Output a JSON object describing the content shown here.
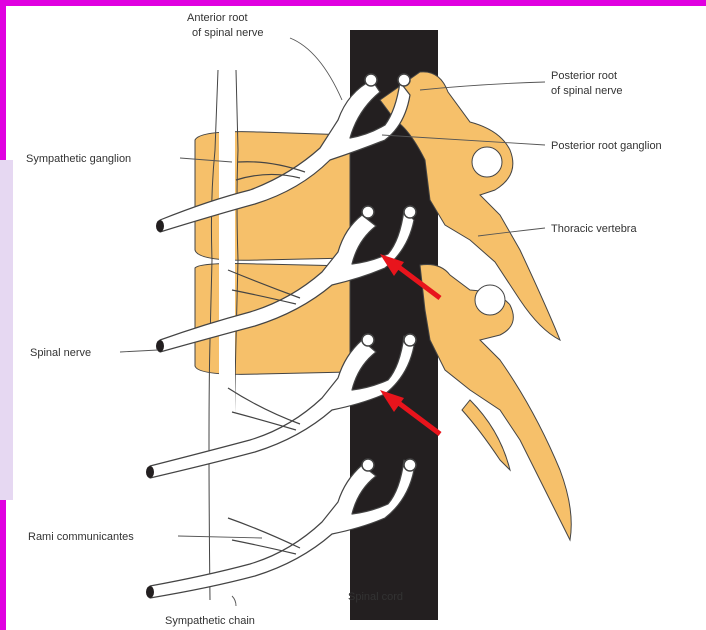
{
  "figure": {
    "labels": {
      "anterior_root": [
        "Anterior root",
        "of spinal nerve"
      ],
      "posterior_root": [
        "Posterior root",
        "of spinal nerve"
      ],
      "posterior_root_ganglion": "Posterior root ganglion",
      "sympathetic_ganglion": "Sympathetic ganglion",
      "thoracic_vertebra": "Thoracic vertebra",
      "spinal_nerve": "Spinal nerve",
      "rami_communicantes": "Rami communicantes",
      "spinal_cord": "Spinal cord",
      "sympathetic_chain": "Sympathetic chain"
    },
    "colors": {
      "bone": "#f6c06a",
      "cord": "#231f20",
      "nerve": "#ffffff",
      "outline": "#444444",
      "arrow": "#e8141c",
      "border": "#e000e0",
      "background": "#1a0aa8"
    }
  }
}
